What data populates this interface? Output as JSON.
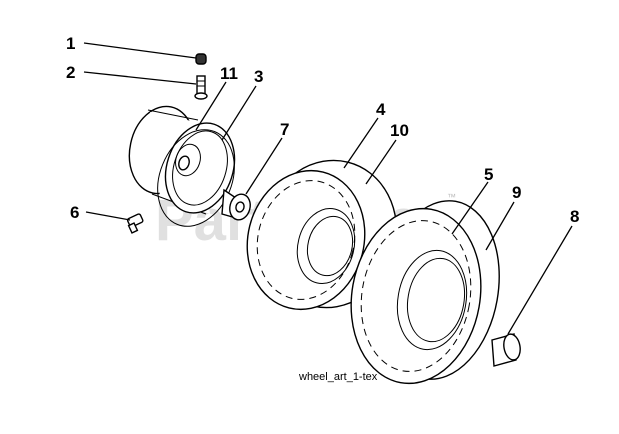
{
  "diagram": {
    "callouts": [
      "1",
      "2",
      "11",
      "3",
      "7",
      "4",
      "10",
      "6",
      "5",
      "9",
      "8"
    ],
    "caption": "wheel_art_1-tex",
    "watermark": "PartsTree",
    "watermark_mark": "™"
  },
  "colors": {
    "line": "#000000",
    "background": "#ffffff",
    "watermark": "#c8c8c8"
  }
}
